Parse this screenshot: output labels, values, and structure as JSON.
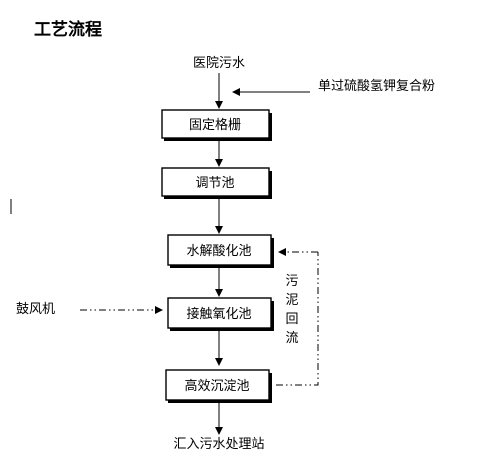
{
  "title": "工艺流程",
  "source_label": "医院污水",
  "additive_label": "单过硫酸氢钾复合粉",
  "steps": [
    {
      "label": "固定格栅"
    },
    {
      "label": "调节池"
    },
    {
      "label": "水解酸化池"
    },
    {
      "label": "接触氧化池"
    },
    {
      "label": "高效沉淀池"
    }
  ],
  "blower_label": "鼓风机",
  "sludge_return": [
    "污",
    "泥",
    "回",
    "流"
  ],
  "output_label": "汇入污水处理站",
  "colors": {
    "line": "#000000",
    "box_fill": "#ffffff",
    "text": "#000000"
  }
}
